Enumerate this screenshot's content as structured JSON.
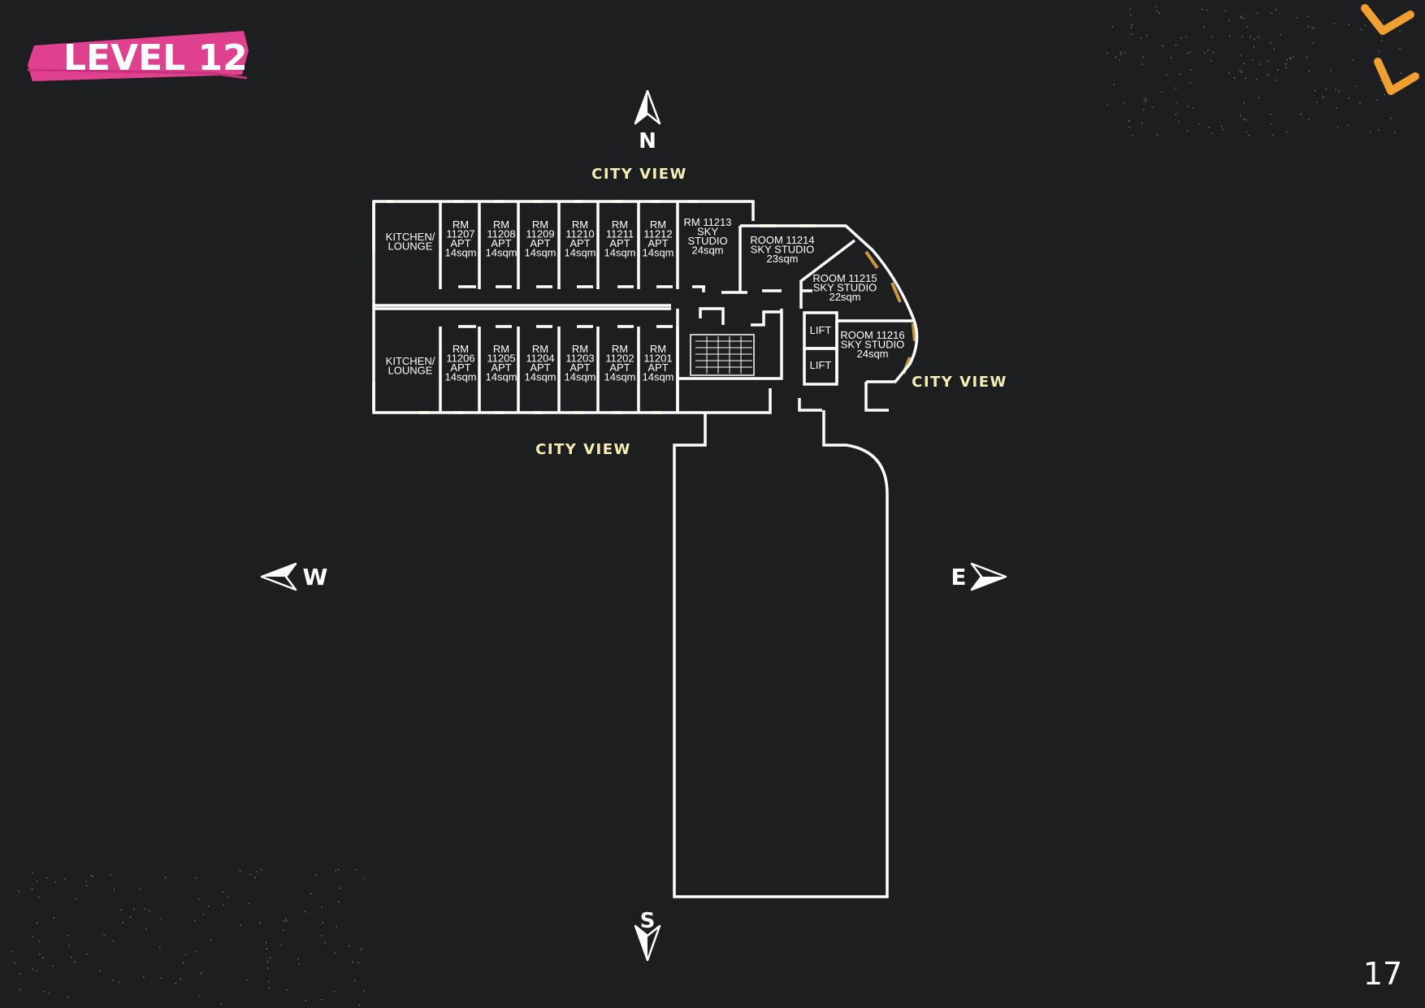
{
  "page": {
    "level_title": "LEVEL 12",
    "page_number": "17",
    "accent_pink": "#e0418f",
    "accent_orange": "#f0a030",
    "view_color": "#f4f0b4",
    "window_color": "#c9963d"
  },
  "compass": {
    "north": "N",
    "south": "S",
    "east": "E",
    "west": "W"
  },
  "views": {
    "north": "CITY VIEW",
    "south": "CITY VIEW",
    "east": "CITY VIEW"
  },
  "rooms": {
    "kitchen_north": [
      "KITCHEN/",
      "LOUNGE"
    ],
    "kitchen_south": [
      "KITCHEN/",
      "LOUNGE"
    ],
    "r11207": [
      "RM",
      "11207",
      "APT",
      "14sqm"
    ],
    "r11208": [
      "RM",
      "11208",
      "APT",
      "14sqm"
    ],
    "r11209": [
      "RM",
      "11209",
      "APT",
      "14sqm"
    ],
    "r11210": [
      "RM",
      "11210",
      "APT",
      "14sqm"
    ],
    "r11211": [
      "RM",
      "11211",
      "APT",
      "14sqm"
    ],
    "r11212": [
      "RM",
      "11212",
      "APT",
      "14sqm"
    ],
    "r11213": [
      "RM 11213",
      "SKY",
      "STUDIO",
      "24sqm"
    ],
    "r11214": [
      "ROOM 11214",
      "SKY STUDIO",
      "23sqm"
    ],
    "r11215": [
      "ROOM 11215",
      "SKY STUDIO",
      "22sqm"
    ],
    "r11216": [
      "ROOM 11216",
      "SKY STUDIO",
      "24sqm"
    ],
    "r11206": [
      "RM",
      "11206",
      "APT",
      "14sqm"
    ],
    "r11205": [
      "RM",
      "11205",
      "APT",
      "14sqm"
    ],
    "r11204": [
      "RM",
      "11204",
      "APT",
      "14sqm"
    ],
    "r11203": [
      "RM",
      "11203",
      "APT",
      "14sqm"
    ],
    "r11202": [
      "RM",
      "11202",
      "APT",
      "14sqm"
    ],
    "r11201": [
      "RM",
      "11201",
      "APT",
      "14sqm"
    ],
    "lift_1": "LIFT",
    "lift_2": "LIFT"
  }
}
